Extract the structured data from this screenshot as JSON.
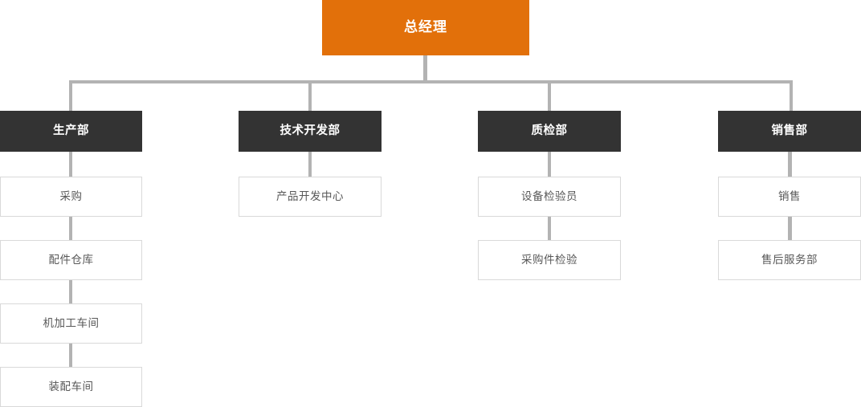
{
  "chart_data": {
    "type": "diagram",
    "diagram_kind": "organization-chart",
    "title": "",
    "colors": {
      "root_fill": "#e2700a",
      "root_text": "#ffffff",
      "department_fill": "#333333",
      "department_text": "#ffffff",
      "leaf_fill": "#ffffff",
      "leaf_text": "#585858",
      "leaf_border": "#d9d9d9",
      "connector": "#b3b3b3",
      "background": "#ffffff"
    },
    "root": {
      "label": "总经理"
    },
    "branches": [
      {
        "department": "生产部",
        "children": [
          "采购",
          "配件仓库",
          "机加工车间",
          "装配车间"
        ]
      },
      {
        "department": "技术开发部",
        "children": [
          "产品开发中心"
        ]
      },
      {
        "department": "质检部",
        "children": [
          "设备检验员",
          "采购件检验"
        ]
      },
      {
        "department": "销售部",
        "children": [
          "销售",
          "售后服务部"
        ]
      }
    ]
  },
  "nodes": {
    "root": "总经理",
    "dept1": "生产部",
    "dept1_child1": "采购",
    "dept1_child2": "配件仓库",
    "dept1_child3": "机加工车间",
    "dept1_child4": "装配车间",
    "dept2": "技术开发部",
    "dept2_child1": "产品开发中心",
    "dept3": "质检部",
    "dept3_child1": "设备检验员",
    "dept3_child2": "采购件检验",
    "dept4": "销售部",
    "dept4_child1": "销售",
    "dept4_child2": "售后服务部"
  }
}
